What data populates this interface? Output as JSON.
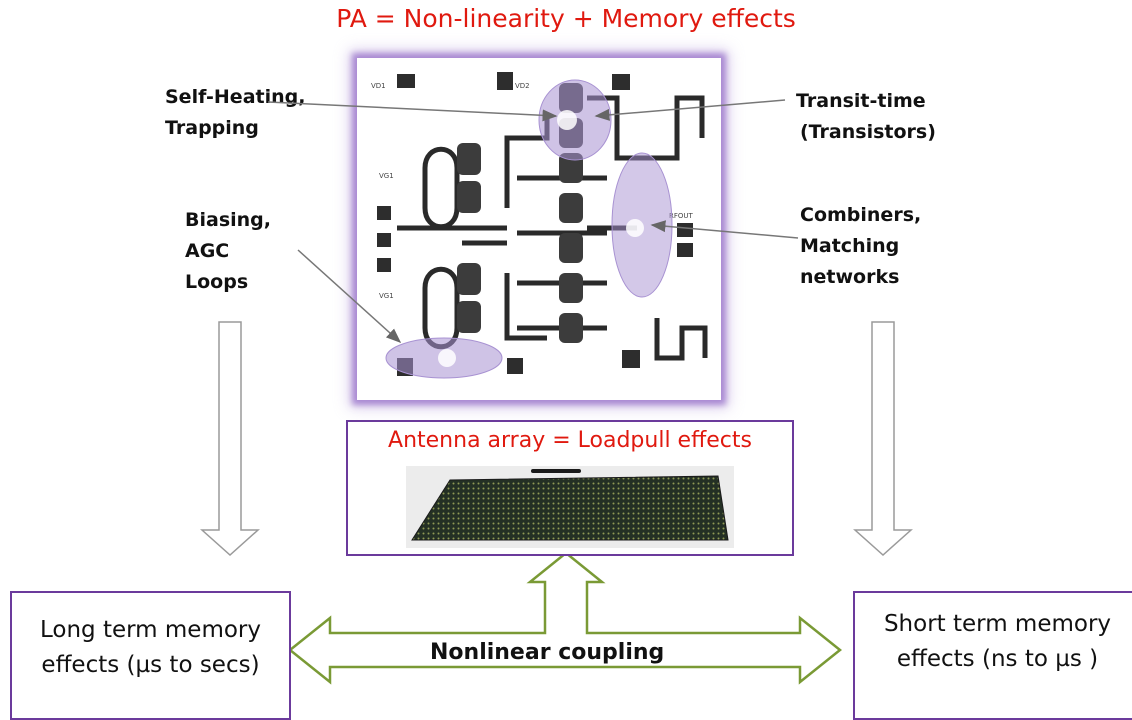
{
  "title": "PA = Non-linearity + Memory effects",
  "labels": {
    "self_heating": [
      "Self-Heating,",
      "Trapping"
    ],
    "biasing": [
      "Biasing,",
      "AGC",
      "Loops"
    ],
    "transit_time": [
      "Transit-time",
      "(Transistors)"
    ],
    "combiners": [
      "Combiners,",
      "Matching",
      "networks"
    ]
  },
  "chip_labels": {
    "vd1_top": "VD1",
    "vd2_top": "VD2",
    "vg1_upper": "VG1",
    "vg1_lower": "VG1",
    "rfout": "RFOUT"
  },
  "antenna": {
    "title": "Antenna array = Loadpull effects"
  },
  "left_box": {
    "lines": [
      "Long term memory",
      "effects (µs to secs)"
    ]
  },
  "right_box": {
    "lines": [
      "Short term memory",
      "effects (ns to µs )"
    ]
  },
  "coupling": "Nonlinear coupling",
  "colors": {
    "title": "#e0190f",
    "box_border": "#6b3a9c",
    "arrow_green": "#7a9a35",
    "arrow_grey": "#9a9a9a",
    "highlight": "#a892d2"
  }
}
